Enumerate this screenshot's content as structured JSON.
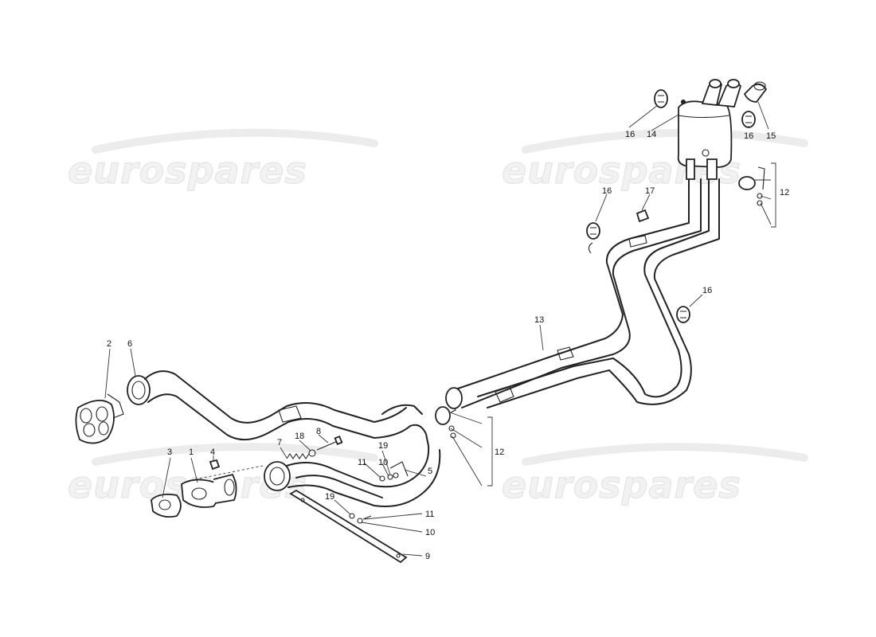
{
  "watermark": {
    "text": "eurospares"
  },
  "callouts": [
    {
      "id": "c2",
      "text": "2"
    },
    {
      "id": "c6",
      "text": "6"
    },
    {
      "id": "c3",
      "text": "3"
    },
    {
      "id": "c1",
      "text": "1"
    },
    {
      "id": "c4",
      "text": "4"
    },
    {
      "id": "c7",
      "text": "7"
    },
    {
      "id": "c18",
      "text": "18"
    },
    {
      "id": "c8",
      "text": "8"
    },
    {
      "id": "c19a",
      "text": "19"
    },
    {
      "id": "c11a",
      "text": "11"
    },
    {
      "id": "c10a",
      "text": "10"
    },
    {
      "id": "c5",
      "text": "5"
    },
    {
      "id": "c19b",
      "text": "19"
    },
    {
      "id": "c11b",
      "text": "11"
    },
    {
      "id": "c10b",
      "text": "10"
    },
    {
      "id": "c9",
      "text": "9"
    },
    {
      "id": "c12a",
      "text": "12"
    },
    {
      "id": "c13",
      "text": "13"
    },
    {
      "id": "c16a",
      "text": "16"
    },
    {
      "id": "c17",
      "text": "17"
    },
    {
      "id": "c16b",
      "text": "16"
    },
    {
      "id": "c16c",
      "text": "16"
    },
    {
      "id": "c14",
      "text": "14"
    },
    {
      "id": "c16d",
      "text": "16"
    },
    {
      "id": "c15",
      "text": "15"
    },
    {
      "id": "c12b",
      "text": "12"
    }
  ]
}
